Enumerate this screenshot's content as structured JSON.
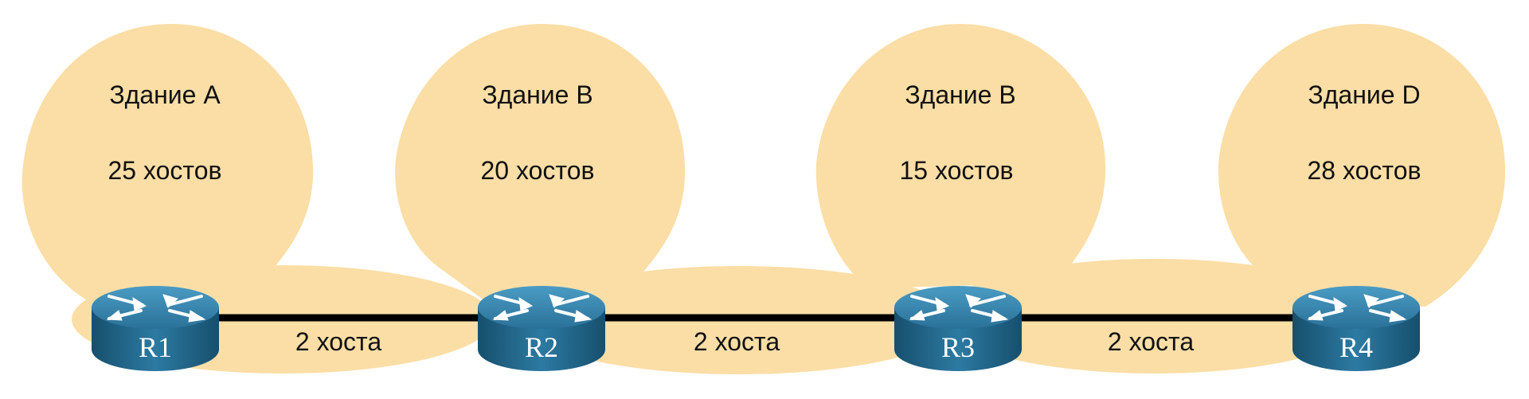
{
  "colors": {
    "area_fill": "#FBDEA6",
    "link_line": "#000000",
    "router_top": "#3C8CB4",
    "router_side": "#1E5F82",
    "router_arrow": "#FFFFFF"
  },
  "buildings": [
    {
      "name": "Здание A",
      "hosts": "25 хостов"
    },
    {
      "name": "Здание B",
      "hosts": "20 хостов"
    },
    {
      "name": "Здание B",
      "hosts": "15 хостов"
    },
    {
      "name": "Здание D",
      "hosts": "28 хостов"
    }
  ],
  "routers": [
    {
      "label": "R1",
      "icon": "router-icon"
    },
    {
      "label": "R2",
      "icon": "router-icon"
    },
    {
      "label": "R3",
      "icon": "router-icon"
    },
    {
      "label": "R4",
      "icon": "router-icon"
    }
  ],
  "links": [
    {
      "label": "2 хоста"
    },
    {
      "label": "2 хоста"
    },
    {
      "label": "2 хоста"
    }
  ]
}
